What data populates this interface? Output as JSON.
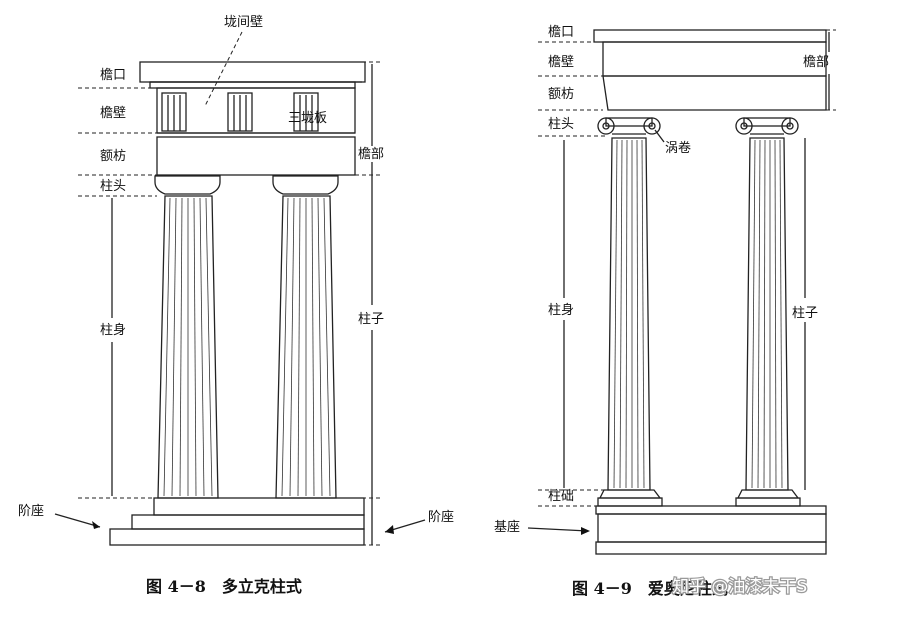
{
  "doric": {
    "labels": {
      "cornice": "檐口",
      "frieze": "檐壁",
      "metope": "垅间壁",
      "triglyph": "三垅板",
      "architrave": "额枋",
      "entablature": "檐部",
      "capital": "柱头",
      "shaft": "柱身",
      "column": "柱子",
      "stylobate_left": "阶座",
      "stylobate_right": "阶座"
    },
    "caption": "图 4－8　多立克柱式"
  },
  "ionic": {
    "labels": {
      "cornice": "檐口",
      "frieze": "檐壁",
      "entablature": "檐部",
      "architrave": "额枋",
      "capital": "柱头",
      "volute": "涡卷",
      "shaft": "柱身",
      "column": "柱子",
      "base": "柱础",
      "podium": "基座"
    },
    "caption": "图 4－9　爱奥尼柱式"
  },
  "watermark": "知乎 @油漆未干S",
  "colors": {
    "ink": "#111111",
    "paper": "#ffffff"
  }
}
